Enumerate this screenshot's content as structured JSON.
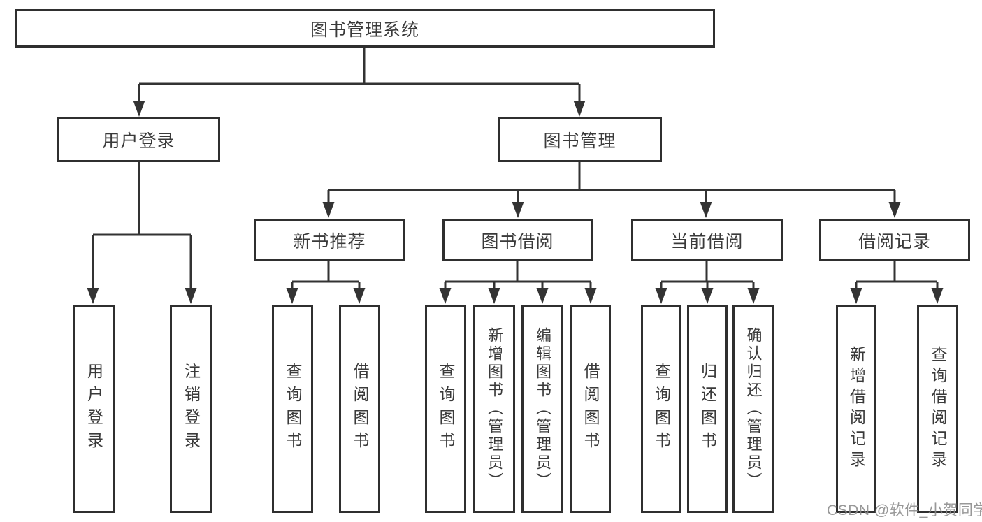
{
  "diagram": {
    "root": {
      "label": "图书管理系统"
    },
    "level2": [
      {
        "label": "用户登录"
      },
      {
        "label": "图书管理"
      }
    ],
    "level3": [
      {
        "label": "新书推荐"
      },
      {
        "label": "图书借阅"
      },
      {
        "label": "当前借阅"
      },
      {
        "label": "借阅记录"
      }
    ],
    "leaves": [
      {
        "label": "用户登录"
      },
      {
        "label": "注销登录"
      },
      {
        "label": "查询图书"
      },
      {
        "label": "借阅图书"
      },
      {
        "label": "查询图书"
      },
      {
        "label": "新增图书（管理员）"
      },
      {
        "label": "编辑图书（管理员）"
      },
      {
        "label": "借阅图书"
      },
      {
        "label": "查询图书"
      },
      {
        "label": "归还图书"
      },
      {
        "label": "确认归还（管理员）"
      },
      {
        "label": "新增借阅记录"
      },
      {
        "label": "查询借阅记录"
      }
    ]
  },
  "watermark": {
    "text": "CSDN @软件_小贺同学"
  },
  "colors": {
    "background": "#ffffff",
    "line": "#333333",
    "box_border": "#2f2f2f",
    "text": "#3a3a3a",
    "watermark": "#8a8a8a"
  }
}
